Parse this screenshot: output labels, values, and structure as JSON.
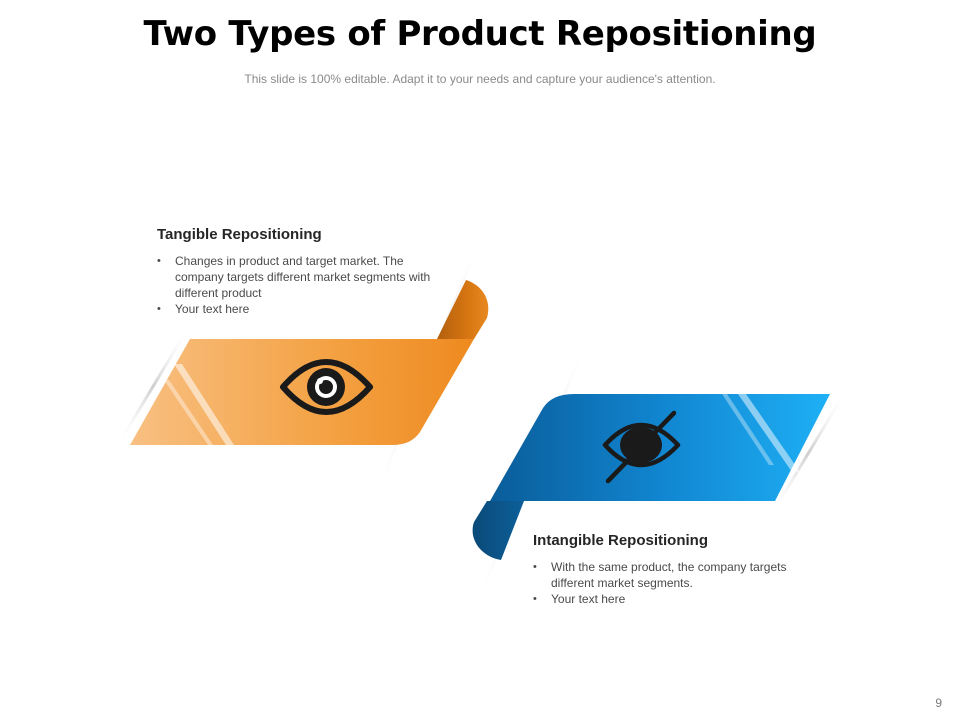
{
  "slide": {
    "title": "Two Types of Product Repositioning",
    "subtitle": "This slide is 100% editable. Adapt it to your needs and capture your audience's attention.",
    "page_number": "9"
  },
  "tangible": {
    "heading": "Tangible Repositioning",
    "bullets": [
      "Changes in product and target market. The company targets different market segments with different product",
      "Your text here"
    ],
    "icon": "eye-icon",
    "color": "#f3962f"
  },
  "intangible": {
    "heading": "Intangible Repositioning",
    "bullets": [
      "With the same product, the company targets different market segments.",
      "Your text here"
    ],
    "icon": "eye-slash-icon",
    "color": "#1a8fd8"
  }
}
